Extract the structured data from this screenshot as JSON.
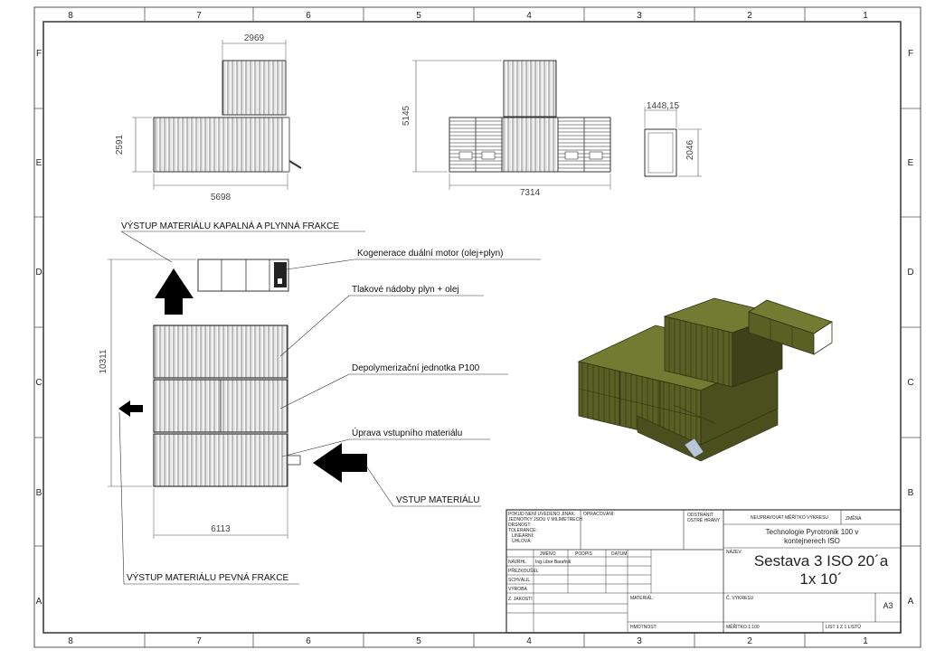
{
  "zones": {
    "cols": [
      "8",
      "7",
      "6",
      "5",
      "4",
      "3",
      "2",
      "1"
    ],
    "rows": [
      "F",
      "E",
      "D",
      "C",
      "B",
      "A"
    ]
  },
  "dimensions": {
    "top_width": "2969",
    "side_height": "2591",
    "side_length": "5698",
    "front_height": "5145",
    "front_width": "7314",
    "end_width": "1448,15",
    "end_height": "2046",
    "plan_height": "10311",
    "plan_width": "6113"
  },
  "labels": {
    "output_liquid_gas": "VÝSTUP MATERIÁLU KAPALNÁ A PLYNNÁ FRAKCE",
    "cogeneration": "Kogenerace duální motor (olej+plyn)",
    "pressure_vessels": "Tlakové nádoby plyn + olej",
    "depolymerization": "Depolymerizační jednotka P100",
    "input_preparation": "Úprava vstupního materiálu",
    "input_material": "VSTUP MATERIÁLU",
    "output_solid": "VÝSTUP MATERIÁLU PEVNÁ FRAKCE"
  },
  "title_block": {
    "unless_noted": "POKUD NENÍ UVEDENO JINAK:",
    "units_line": "JEDNOTKY JSOU V MILIMETRECH",
    "surface": "DRSNOST:",
    "tolerance": "TOLERANCE:",
    "linear": "LINEÁRNÍ:",
    "angular": "ÚHLOVÁ:",
    "finish": "OPRACOVÁNÍ:",
    "deburr": "ODSTRANIT",
    "sharp_edges": "OSTRÉ HRANY",
    "no_scale": "NEUPRAVOVAT MĚŘÍTKO VÝKRESU",
    "revision": "ZMĚNA",
    "name_col": "JMÉNO",
    "signature_col": "PODPIS",
    "date_col": "DATUM",
    "drawn": "NAVRHL",
    "drawn_name": "Ing.Libor Barafnik",
    "checked": "PŘEZKOUŠEL",
    "approved": "SCHVÁLIL",
    "manufacturing": "VÝROBA",
    "quality": "Z. JAKOSTI",
    "material": "MATERIÁL:",
    "weight": "HMOTNOST:",
    "company_line1": "Technologie Pyrotronik 100 v",
    "company_line2": "kontejnerech ISO",
    "name_label": "NÁZEV:",
    "title_line1": "Sestava 3 ISO 20´a",
    "title_line2": "1x 10´",
    "drawing_number": "Č. VÝKRESU",
    "size": "A3",
    "scale": "MĚŘÍTKO:1:100",
    "sheet": "LIST 1 Z 1 LISTŮ"
  },
  "colors": {
    "line": "#333333",
    "container": "#5a5f24",
    "container_dark": "#3e4218",
    "container_light": "#737a31"
  }
}
